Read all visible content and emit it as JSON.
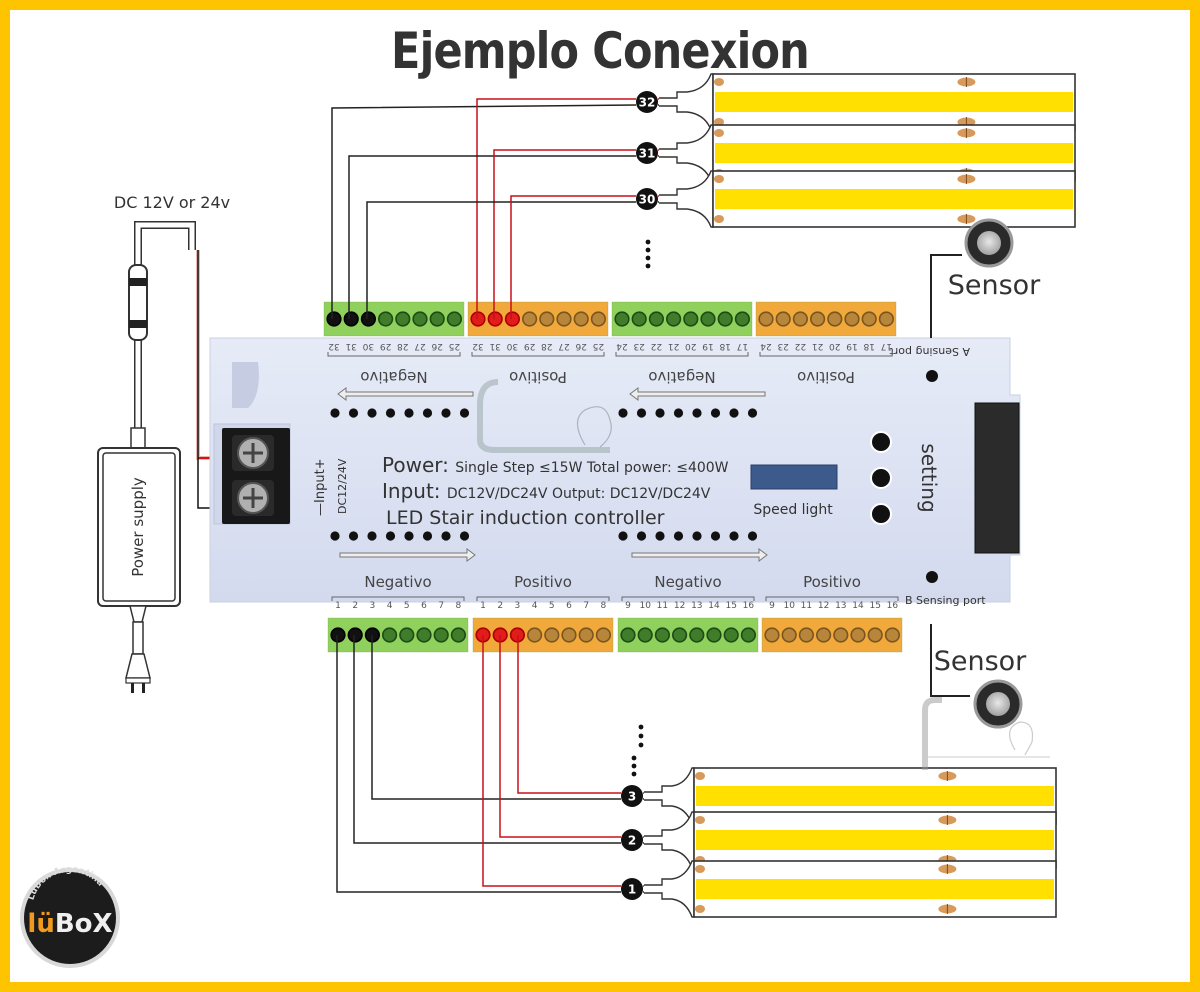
{
  "title": "Ejemplo Conexion",
  "power_input_label": "DC 12V or 24v",
  "power_supply_label": "Power supply",
  "sensor_top_label": "Sensor",
  "sensor_bottom_label": "Sensor",
  "controller": {
    "power_line_prefix": "Power:",
    "power_line_value": "Single Step ≤15W Total power: ≤400W",
    "input_line_prefix": "Input:",
    "input_line_value": "DC12V/DC24V Output: DC12V/DC24V",
    "product_name": "LED Stair induction controller",
    "input_side_label": "—Input+",
    "input_side_voltage": "DC12/24V",
    "speed_label": "Speed light",
    "setting_label": "setting",
    "sensing_port_a": "A Sensing port",
    "sensing_port_b": "B Sensing port",
    "top_groups": [
      {
        "label": "Negativo",
        "numbers": [
          "32",
          "31",
          "30",
          "29",
          "28",
          "27",
          "26",
          "25"
        ]
      },
      {
        "label": "Positivo",
        "numbers": [
          "32",
          "31",
          "30",
          "29",
          "28",
          "27",
          "26",
          "25"
        ]
      },
      {
        "label": "Negativo",
        "numbers": [
          "24",
          "23",
          "22",
          "21",
          "20",
          "19",
          "18",
          "17"
        ]
      },
      {
        "label": "Positivo",
        "numbers": [
          "24",
          "23",
          "22",
          "21",
          "20",
          "19",
          "18",
          "17"
        ]
      }
    ],
    "bottom_groups": [
      {
        "label": "Negativo",
        "numbers": [
          "1",
          "2",
          "3",
          "4",
          "5",
          "6",
          "7",
          "8"
        ]
      },
      {
        "label": "Positivo",
        "numbers": [
          "1",
          "2",
          "3",
          "4",
          "5",
          "6",
          "7",
          "8"
        ]
      },
      {
        "label": "Negativo",
        "numbers": [
          "9",
          "10",
          "11",
          "12",
          "13",
          "14",
          "15",
          "16"
        ]
      },
      {
        "label": "Positivo",
        "numbers": [
          "9",
          "10",
          "11",
          "12",
          "13",
          "14",
          "15",
          "16"
        ]
      }
    ]
  },
  "strips_top": [
    {
      "number": "32"
    },
    {
      "number": "31"
    },
    {
      "number": "30"
    }
  ],
  "strips_bottom": [
    {
      "number": "3"
    },
    {
      "number": "2"
    },
    {
      "number": "1"
    }
  ],
  "logo": {
    "ring_text": "LüBox Argentina",
    "brand_a": "lü",
    "brand_b": "BoX"
  },
  "colors": {
    "frame": "#ffc400",
    "terminal_green": "#8fd15c",
    "terminal_orange": "#f2a93b",
    "wire_red": "#c8101a",
    "strip_yellow": "#ffe000",
    "controller_body": "#dde3f2"
  }
}
